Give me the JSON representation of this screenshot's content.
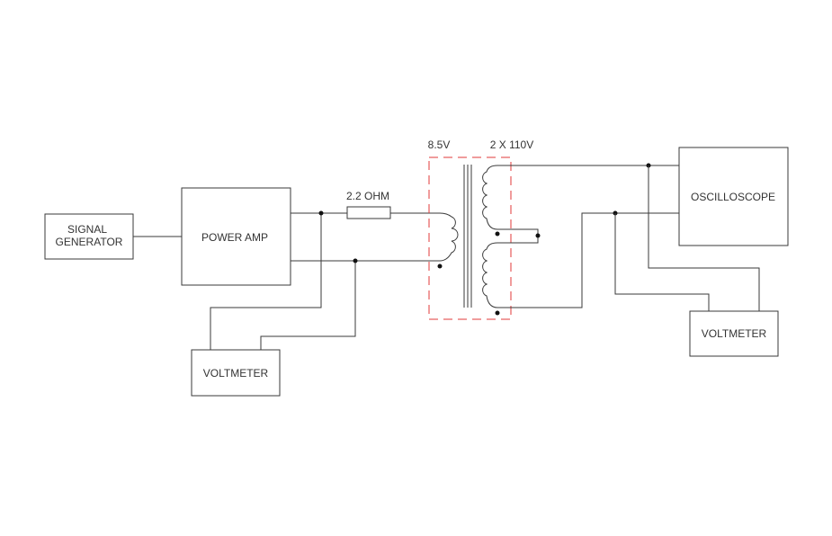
{
  "blocks": {
    "signal_generator": {
      "line1": "SIGNAL",
      "line2": "GENERATOR"
    },
    "power_amp": {
      "label": "POWER AMP"
    },
    "voltmeter_left": {
      "label": "VOLTMETER"
    },
    "voltmeter_right": {
      "label": "VOLTMETER"
    },
    "oscilloscope": {
      "label": "OSCILLOSCOPE"
    }
  },
  "resistor": {
    "label": "2.2 OHM"
  },
  "transformer": {
    "primary_label": "8.5V",
    "secondary_label": "2 X 110V"
  },
  "colors": {
    "wire": "#3a3a3a",
    "shield": "#e03a3a"
  }
}
